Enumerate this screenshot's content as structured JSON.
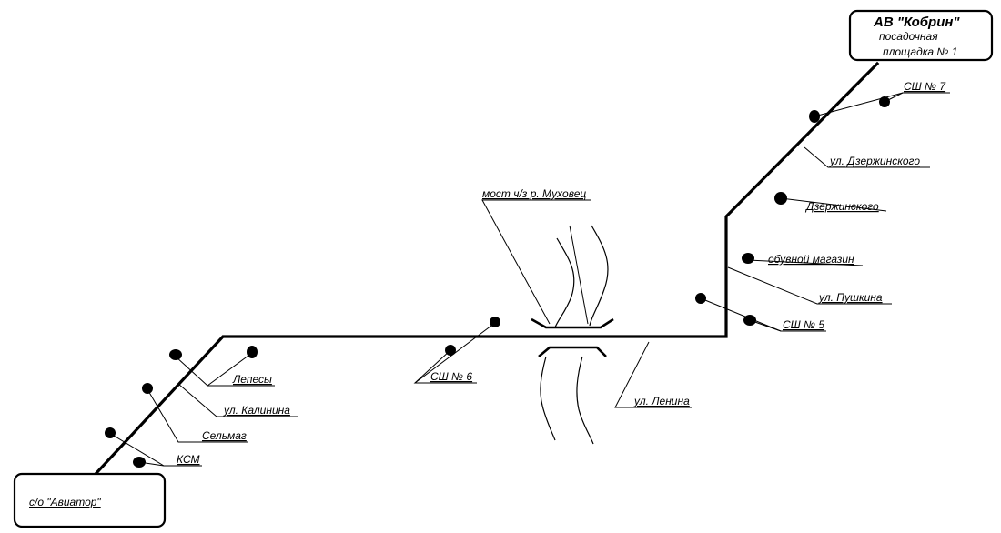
{
  "terminals": {
    "start": {
      "title": "с/о \"Авиатор\""
    },
    "end": {
      "title": "АВ \"Кобрин\"",
      "line2": "посадочная",
      "line3": "площадка № 1"
    }
  },
  "labels": {
    "lepesy": "Лепесы",
    "kalinina": "ул. Калинина",
    "selmag": "Сельмаг",
    "ksm": "КСМ",
    "sh6": "СШ № 6",
    "bridge": "мост ч/з р. Муховец",
    "lenina": "ул. Ленина",
    "sh5": "СШ № 5",
    "pushkina": "ул. Пушкина",
    "shoes": "обувной магазин",
    "dzerzh_stop": "Дзержинского",
    "dzerzh_street": "ул. Дзержинского",
    "sh7": "СШ № 7"
  }
}
